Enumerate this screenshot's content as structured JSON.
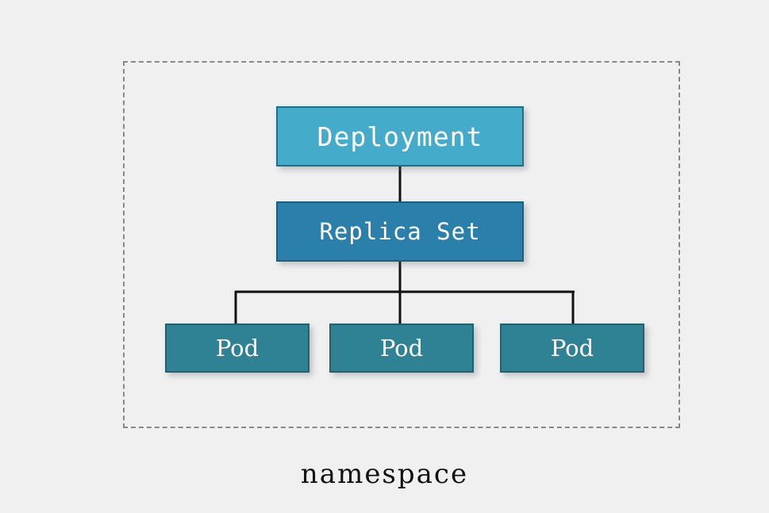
{
  "diagram": {
    "background_color": "#f0f0f0",
    "caption": "namespace",
    "boundary": {
      "name": "namespace-boundary",
      "style": "dashed",
      "color": "#888888"
    },
    "nodes": [
      {
        "id": "deployment",
        "label": "Deployment",
        "fill": "#44acca",
        "border": "#1f6f8b",
        "text_color": "#ffffff"
      },
      {
        "id": "replicaset",
        "label": "Replica Set",
        "fill": "#2a7fab",
        "border": "#1d5d7d",
        "text_color": "#ffffff"
      },
      {
        "id": "pod-1",
        "label": "Pod",
        "fill": "#2e8294",
        "border": "#23616f",
        "text_color": "#ffffff"
      },
      {
        "id": "pod-2",
        "label": "Pod",
        "fill": "#2e8294",
        "border": "#23616f",
        "text_color": "#ffffff"
      },
      {
        "id": "pod-3",
        "label": "Pod",
        "fill": "#2e8294",
        "border": "#23616f",
        "text_color": "#ffffff"
      }
    ],
    "edges": [
      {
        "from": "deployment",
        "to": "replicaset",
        "color": "#111111"
      },
      {
        "from": "replicaset",
        "to": "pod-1",
        "color": "#111111"
      },
      {
        "from": "replicaset",
        "to": "pod-2",
        "color": "#111111"
      },
      {
        "from": "replicaset",
        "to": "pod-3",
        "color": "#111111"
      }
    ]
  }
}
